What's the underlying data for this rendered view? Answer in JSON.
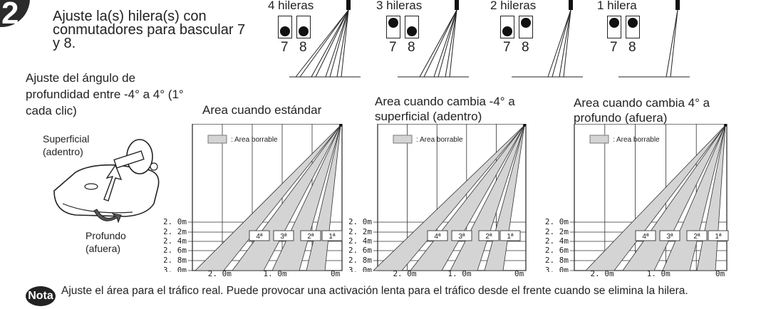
{
  "step": {
    "number": "2"
  },
  "instructions": {
    "rows_text": "Ajuste la(s) hilera(s) con conmutadores para bascular 7 y 8.",
    "angle_text": "Ajuste del ángulo de profundidad entre -4° a 4° (1° cada clic)"
  },
  "switch_configs": [
    {
      "label": "4 hileras",
      "sw7": "down",
      "sw8": "down",
      "num7": "7",
      "num8": "8"
    },
    {
      "label": "3 hileras",
      "sw7": "up",
      "sw8": "down",
      "num7": "7",
      "num8": "8"
    },
    {
      "label": "2 hileras",
      "sw7": "down",
      "sw8": "up",
      "num7": "7",
      "num8": "8"
    },
    {
      "label": "1 hilera",
      "sw7": "up",
      "sw8": "up",
      "num7": "7",
      "num8": "8"
    }
  ],
  "knob": {
    "top_label": "Superficial\n(adentro)",
    "bottom_label": "Profundo\n(afuera)"
  },
  "area_panels": [
    {
      "title": "Area cuando estándar",
      "legend": ": Area borrable",
      "heights": [
        "2. 0m",
        "2. 2m",
        "2. 4m",
        "2. 6m",
        "2. 8m",
        "3. 0m"
      ],
      "distances": [
        "2. 0m",
        "1. 0m",
        "0m"
      ],
      "row_tags": [
        "4ª",
        "3ª",
        "2ª",
        "1ª"
      ]
    },
    {
      "title": "Area cuando cambia -4° a superficial (adentro)",
      "legend": ": Area borrable",
      "heights": [
        "2. 0m",
        "2. 2m",
        "2. 4m",
        "2. 6m",
        "2. 8m",
        "3. 0m"
      ],
      "distances": [
        "2. 0m",
        "1. 0m",
        "0m"
      ],
      "row_tags": [
        "4ª",
        "3ª",
        "2ª",
        "1ª"
      ]
    },
    {
      "title": "Area cuando cambia 4° a profundo (afuera)",
      "legend": ": Area borrable",
      "heights": [
        "2. 0m",
        "2. 2m",
        "2. 4m",
        "2. 6m",
        "2. 8m",
        "3. 0m"
      ],
      "distances": [
        "2. 0m",
        "1. 0m",
        "0m"
      ],
      "row_tags": [
        "4ª",
        "3ª",
        "2ª",
        "1ª"
      ]
    }
  ],
  "note": {
    "badge": "Nota",
    "text": "Ajuste el área para el tráfico real. Puede provocar una activación lenta para el tráfico desde el frente cuando se elimina la hilera."
  },
  "colors": {
    "beam_fill": "#d4d4d4",
    "ink": "#222222"
  }
}
